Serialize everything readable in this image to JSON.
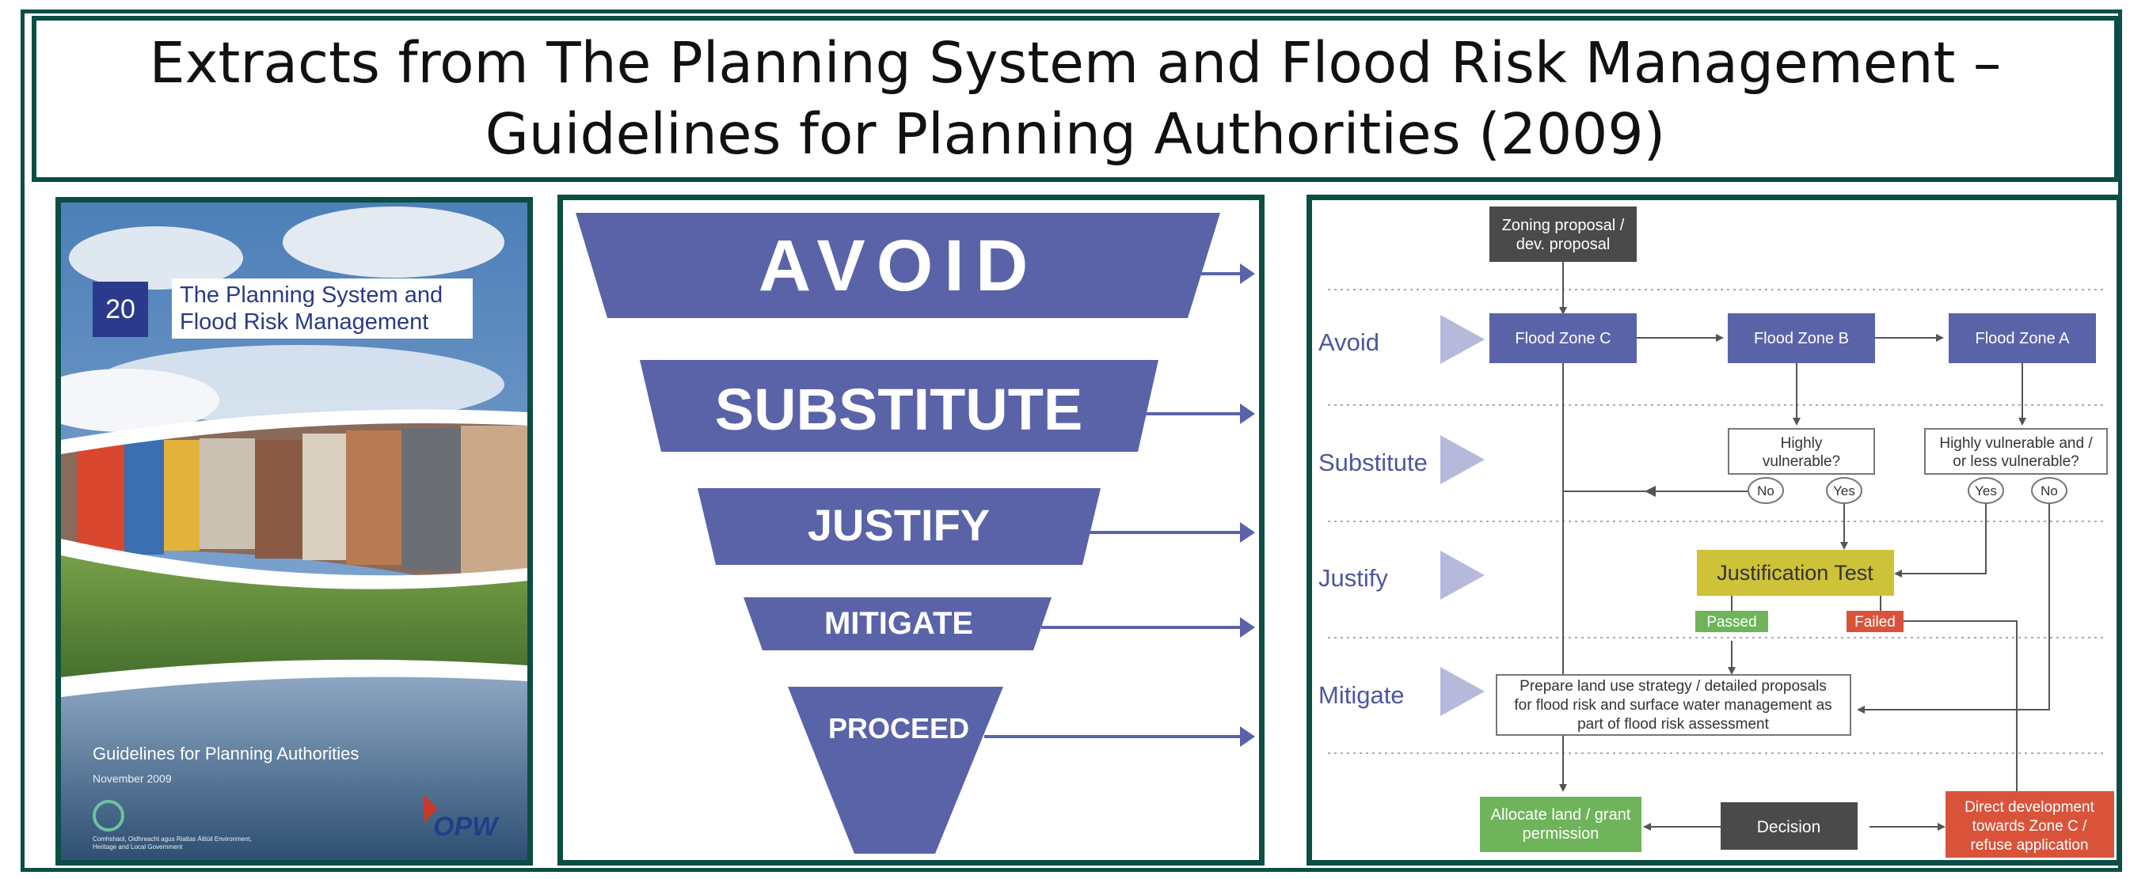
{
  "title": {
    "line1": "Extracts from The Planning System and Flood Risk Management –",
    "line2": "Guidelines for Planning Authorities (2009)"
  },
  "cover": {
    "number": "20",
    "title_line1": "The Planning System and",
    "title_line2": "Flood Risk Management",
    "subtitle": "Guidelines for Planning Authorities",
    "date": "November 2009",
    "org_text": "Comhshaol, Oidhreacht agus Rialtas Áitiúil Environment, Heritage and Local Government",
    "logo_text": "OPW"
  },
  "hierarchy": {
    "levels": [
      "AVOID",
      "SUBSTITUTE",
      "JUSTIFY",
      "MITIGATE",
      "PROCEED"
    ],
    "color": "#5a63a8"
  },
  "flow": {
    "stages": [
      "Avoid",
      "Substitute",
      "Justify",
      "Mitigate"
    ],
    "start": "Zoning proposal / dev.  proposal",
    "zone_c": "Flood Zone C",
    "zone_b": "Flood Zone B",
    "zone_a": "Flood Zone A",
    "q_b": [
      "Highly",
      "vulnerable?"
    ],
    "q_a": [
      "Highly vulnerable and /",
      "or less vulnerable?"
    ],
    "no": "No",
    "yes": "Yes",
    "justification": "Justification Test",
    "passed": "Passed",
    "failed": "Failed",
    "prepare": [
      "Prepare land use strategy / detailed proposals",
      "for flood risk and surface water management as",
      "part of flood risk assessment"
    ],
    "allocate": [
      "Allocate land / grant",
      "permission"
    ],
    "decision": "Decision",
    "direct": [
      "Direct development",
      "towards Zone C /",
      "refuse application"
    ],
    "colors": {
      "stage_text": "#4c56a0",
      "stage_arrow": "#b6b9dc",
      "zone_box": "#5a63a8",
      "start_box": "#4a4a4a",
      "justification": "#cdc238",
      "passed": "#6fb45a",
      "failed": "#d9533b",
      "allocate": "#6fb45a",
      "decision": "#4a4a4a",
      "direct": "#d9533b"
    }
  }
}
